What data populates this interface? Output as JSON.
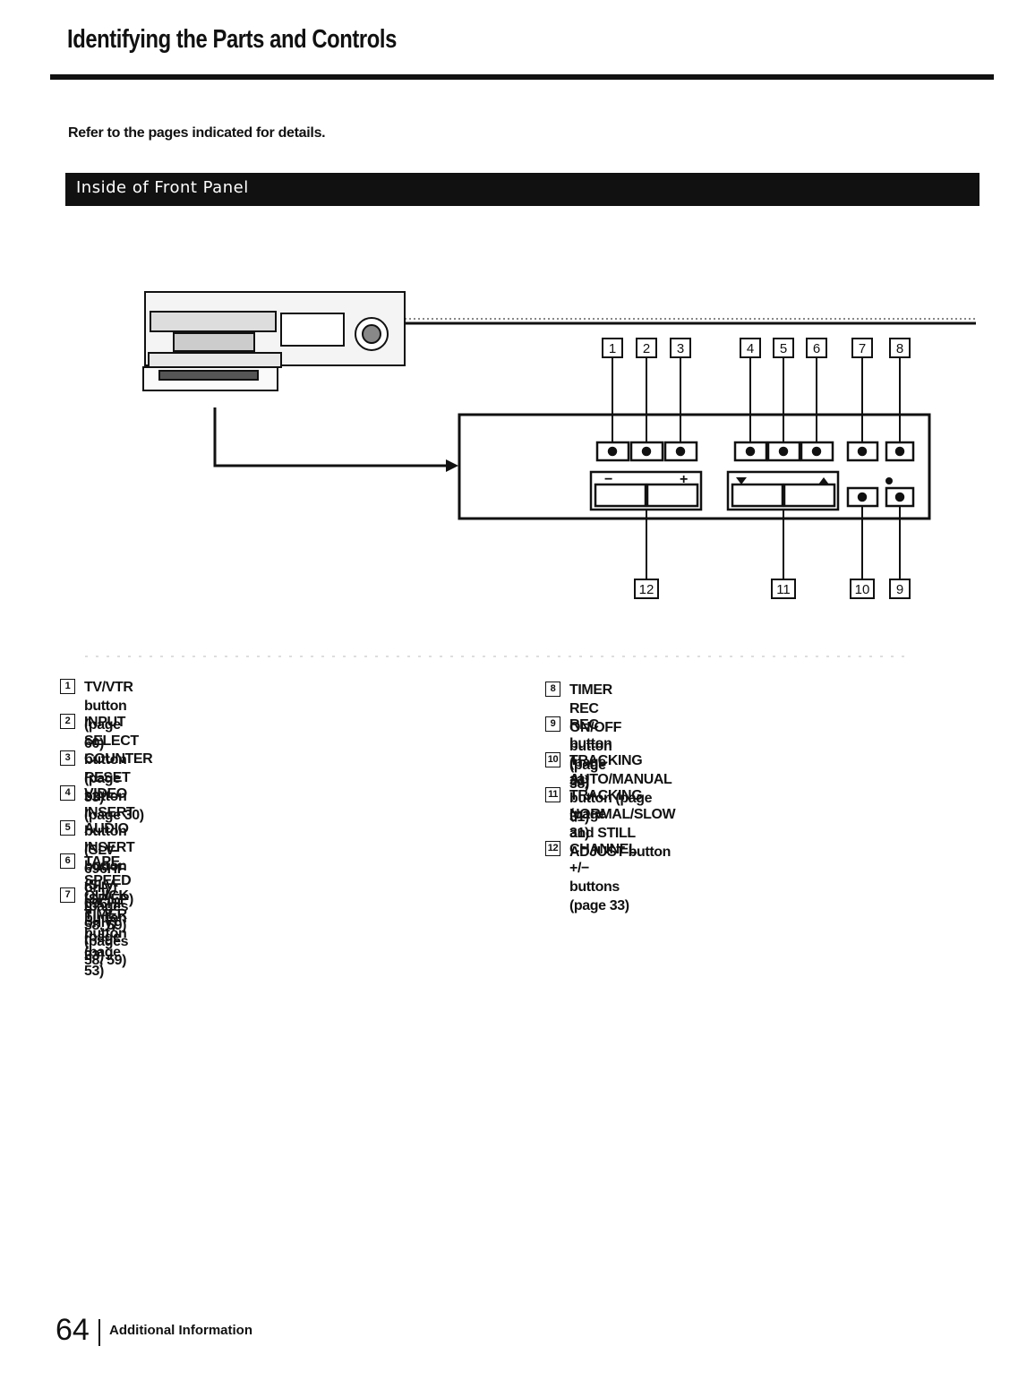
{
  "header": {
    "title": "Identifying the Parts and Controls"
  },
  "intro": "Refer to the pages indicated for details.",
  "section": {
    "title": "Inside of Front Panel"
  },
  "diagram": {
    "callouts": [
      "1",
      "2",
      "3",
      "4",
      "5",
      "6",
      "7",
      "8",
      "9",
      "10",
      "11",
      "12"
    ],
    "minus_sign": "−",
    "plus_sign": "+"
  },
  "legend": {
    "left": [
      {
        "num": "1",
        "text": "TV/VTR button (page 60)"
      },
      {
        "num": "2",
        "text": "INPUT SELECT button (page 33)"
      },
      {
        "num": "3",
        "text": "COUNTER RESET button (page 30)"
      },
      {
        "num": "4",
        "text": "VIDEO INSERT button (SLV-696HF only) (pages 58, 59)"
      },
      {
        "num": "5",
        "text": "AUDIO INSERT button (SLV-696HF only) (pages 58, 59)"
      },
      {
        "num": "6",
        "text": "TAPE SPEED (SP/EP) button (page 33)"
      },
      {
        "num": "7",
        "text": "QUICK TIMER button (page 53)"
      }
    ],
    "right": [
      {
        "num": "8",
        "text": "TIMER REC ON/OFF button (page 38)"
      },
      {
        "num": "9",
        "text": "REC button (page 33)"
      },
      {
        "num": "10",
        "text": "TRACKING AUTO/MANUAL button (page 31)"
      },
      {
        "num": "11",
        "text": "TRACKING NORMAL/SLOW and STILL ADJUST button"
      },
      {
        "num": "",
        "text": "(page 31)"
      },
      {
        "num": "12",
        "text": "CHANNEL +/− buttons (page 33)"
      }
    ]
  },
  "footer": {
    "page_number": "64",
    "section": "Additional Information"
  }
}
